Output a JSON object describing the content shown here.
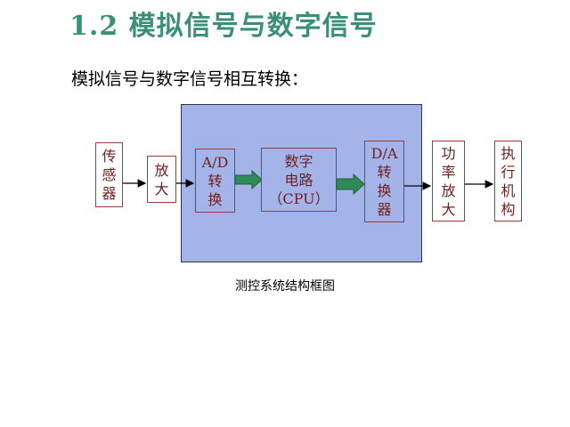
{
  "slide": {
    "title": "1.2  模拟信号与数字信号",
    "subtitle": "模拟信号与数字信号相互转换：",
    "caption": "测控系统结构框图"
  },
  "diagram": {
    "blocks": {
      "sensor": "传\n感\n器",
      "amplifier": "放\n大",
      "ad_converter": "A/D\n转\n换",
      "digital_circuit": "数字\n电路\n（CPU）",
      "da_converter": "D/A\n转\n换\n器",
      "power_amplifier": "功\n率\n放\n大",
      "actuator": "执\n行\n机\n构"
    },
    "colors": {
      "title": "#3a8f78",
      "panel": "#a4b4e8",
      "block_border": "#a03a3a",
      "block_text": "#702020",
      "fat_arrow": "#2e8b57"
    }
  }
}
